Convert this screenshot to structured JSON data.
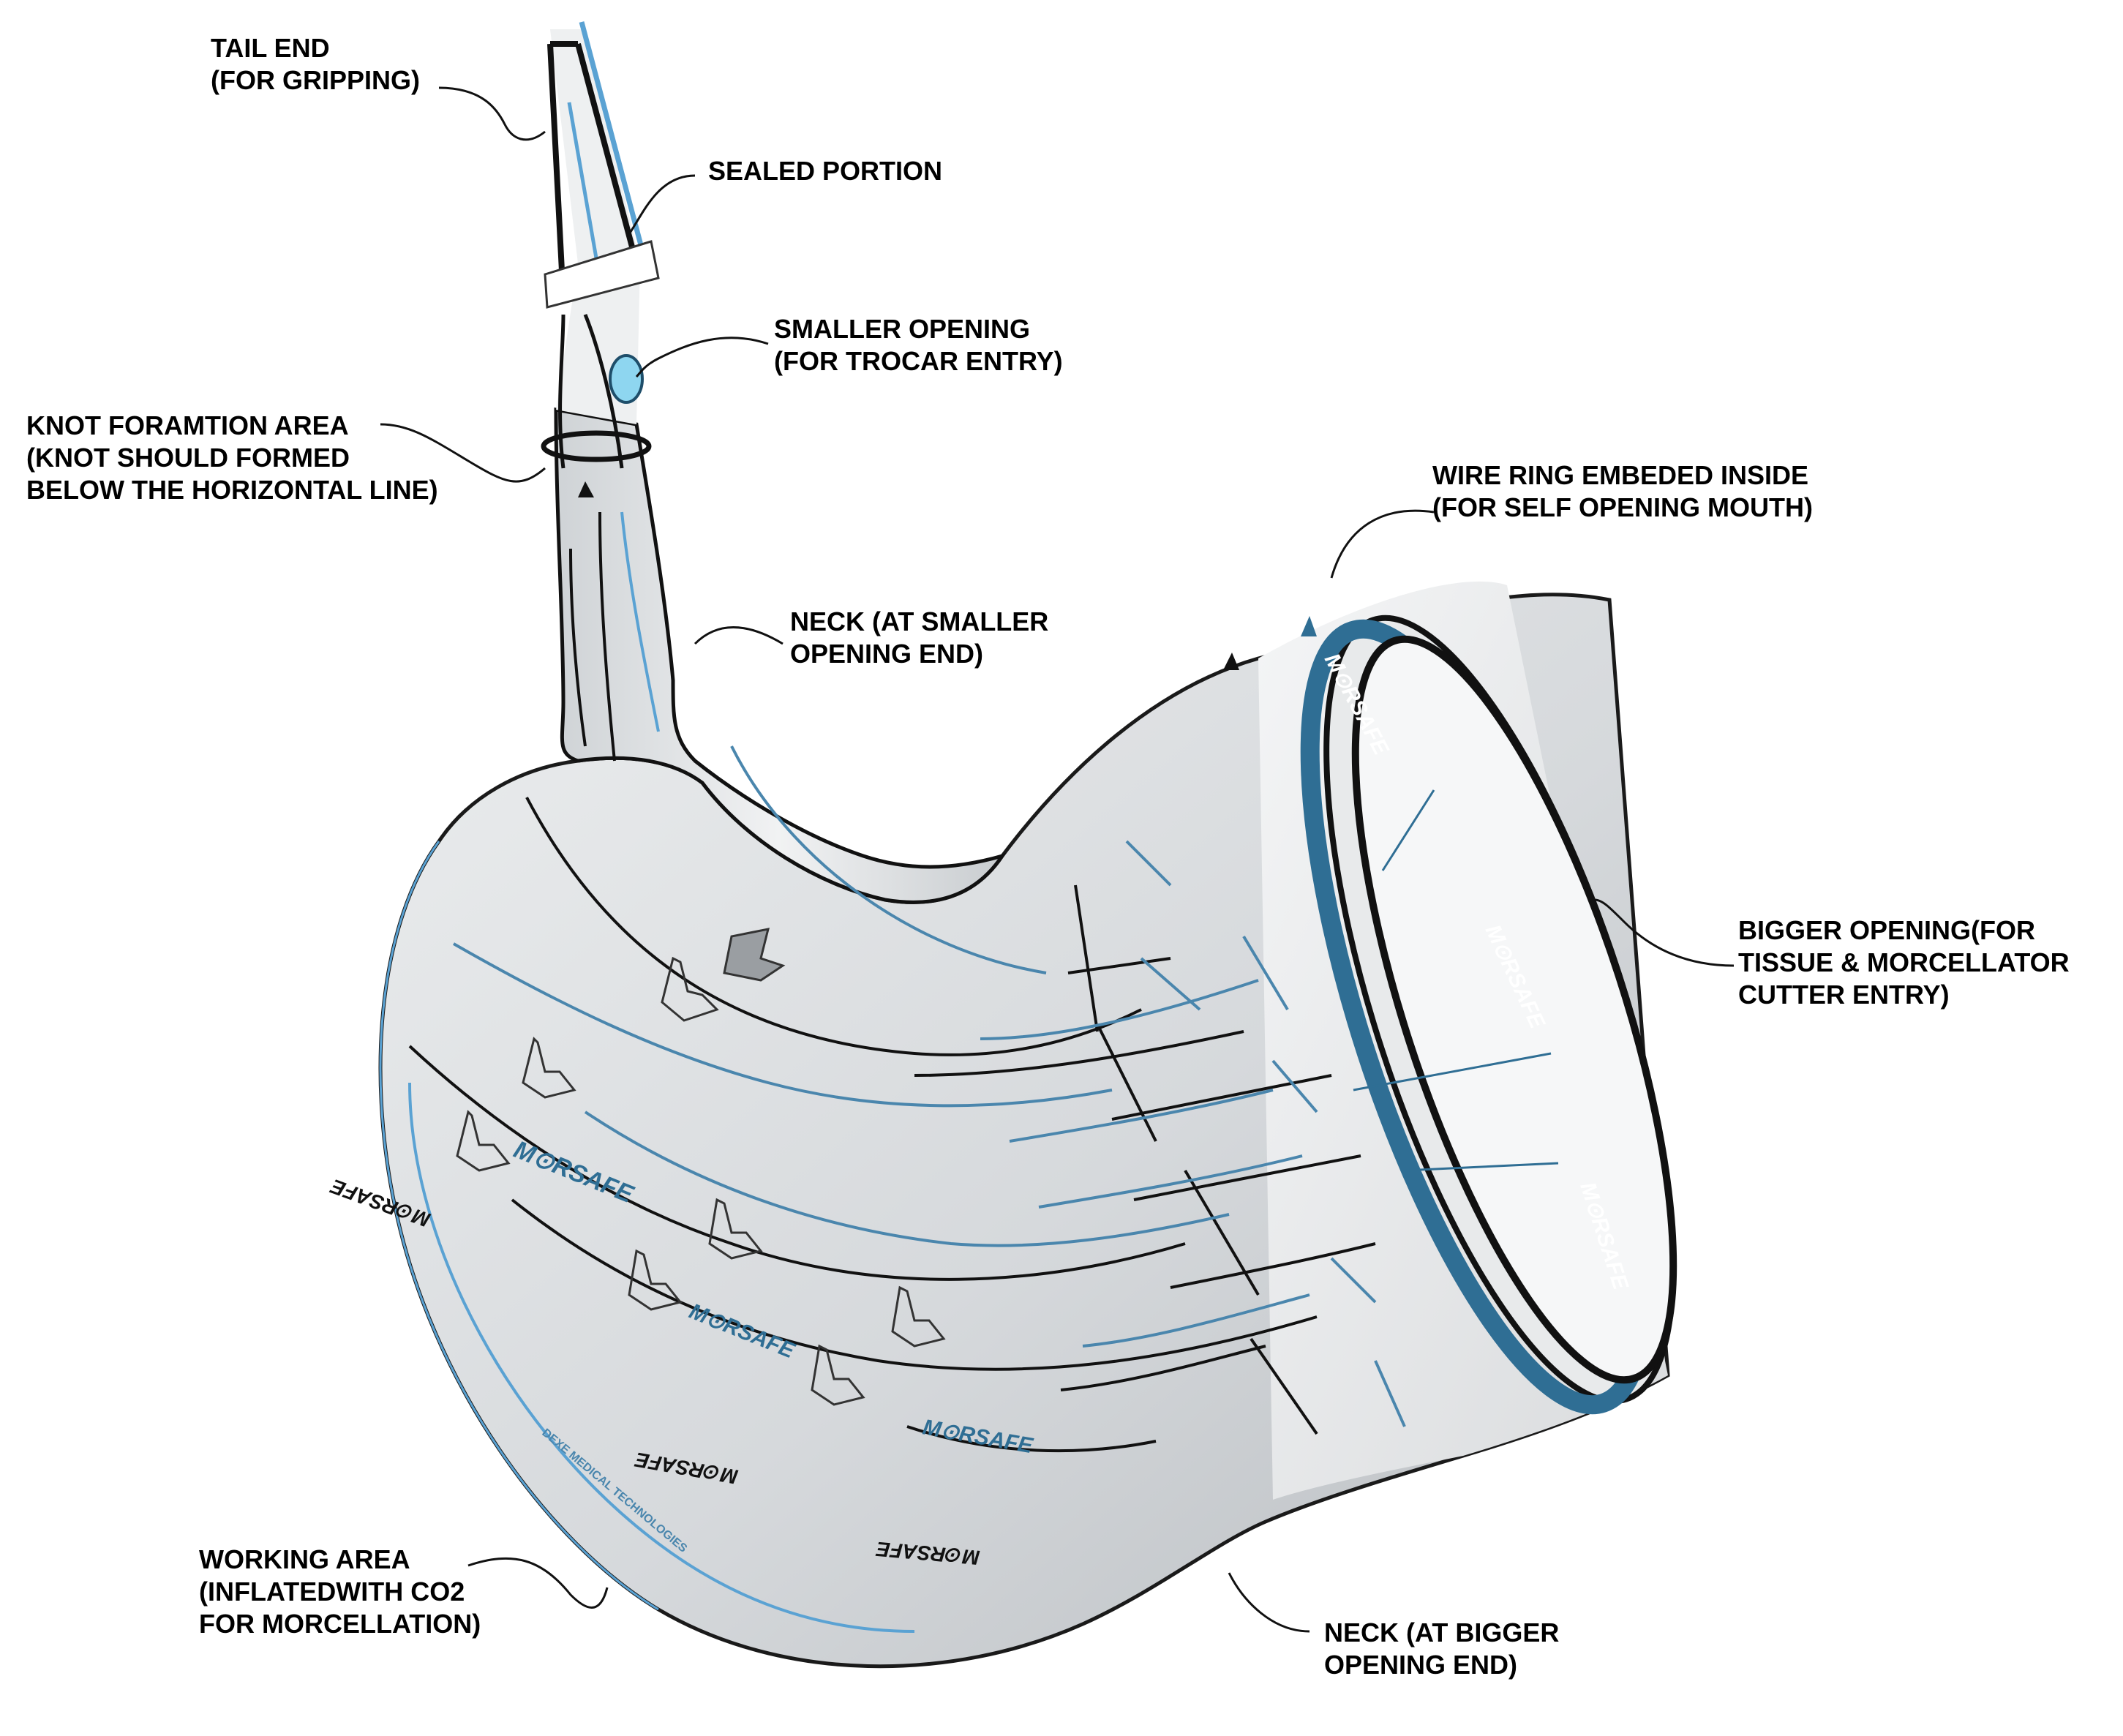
{
  "colors": {
    "bag_fill": "#d9dbdd",
    "bag_shadow": "#b9bcbf",
    "accent_blue": "#2f6e94",
    "light_blue": "#5aa2d3",
    "outline": "#111111"
  },
  "labels": {
    "tail_end": [
      "TAIL END",
      "(FOR GRIPPING)"
    ],
    "sealed_portion": [
      "SEALED PORTION"
    ],
    "smaller_opening": [
      "SMALLER OPENING",
      "(FOR TROCAR ENTRY)"
    ],
    "knot_area": [
      "KNOT FORAMTION AREA",
      "(KNOT SHOULD FORMED",
      "BELOW THE HORIZONTAL LINE)"
    ],
    "wire_ring": [
      "WIRE RING EMBEDED INSIDE",
      "(FOR SELF OPENING MOUTH)"
    ],
    "neck_small": [
      "NECK (AT SMALLER",
      "OPENING END)"
    ],
    "bigger_opening": [
      "BIGGER OPENING(FOR",
      "TISSUE & MORCELLATOR",
      "CUTTER ENTRY)"
    ],
    "working_area": [
      "WORKING AREA",
      "(INFLATEDWITH CO2",
      "FOR MORCELLATION)"
    ],
    "neck_big": [
      "NECK (AT BIGGER",
      "OPENING END)"
    ]
  },
  "brand_marks": {
    "morsafe": "M⊙RSAFE",
    "rim_text": "M⊙RSAFE",
    "edge_print": "DEXE MEDICAL TECHNOLOGIES"
  },
  "icons": {
    "bag": "containment-bag-illustration",
    "leader": "curved-leader-line",
    "arrow": "arrow-marker-icon"
  }
}
